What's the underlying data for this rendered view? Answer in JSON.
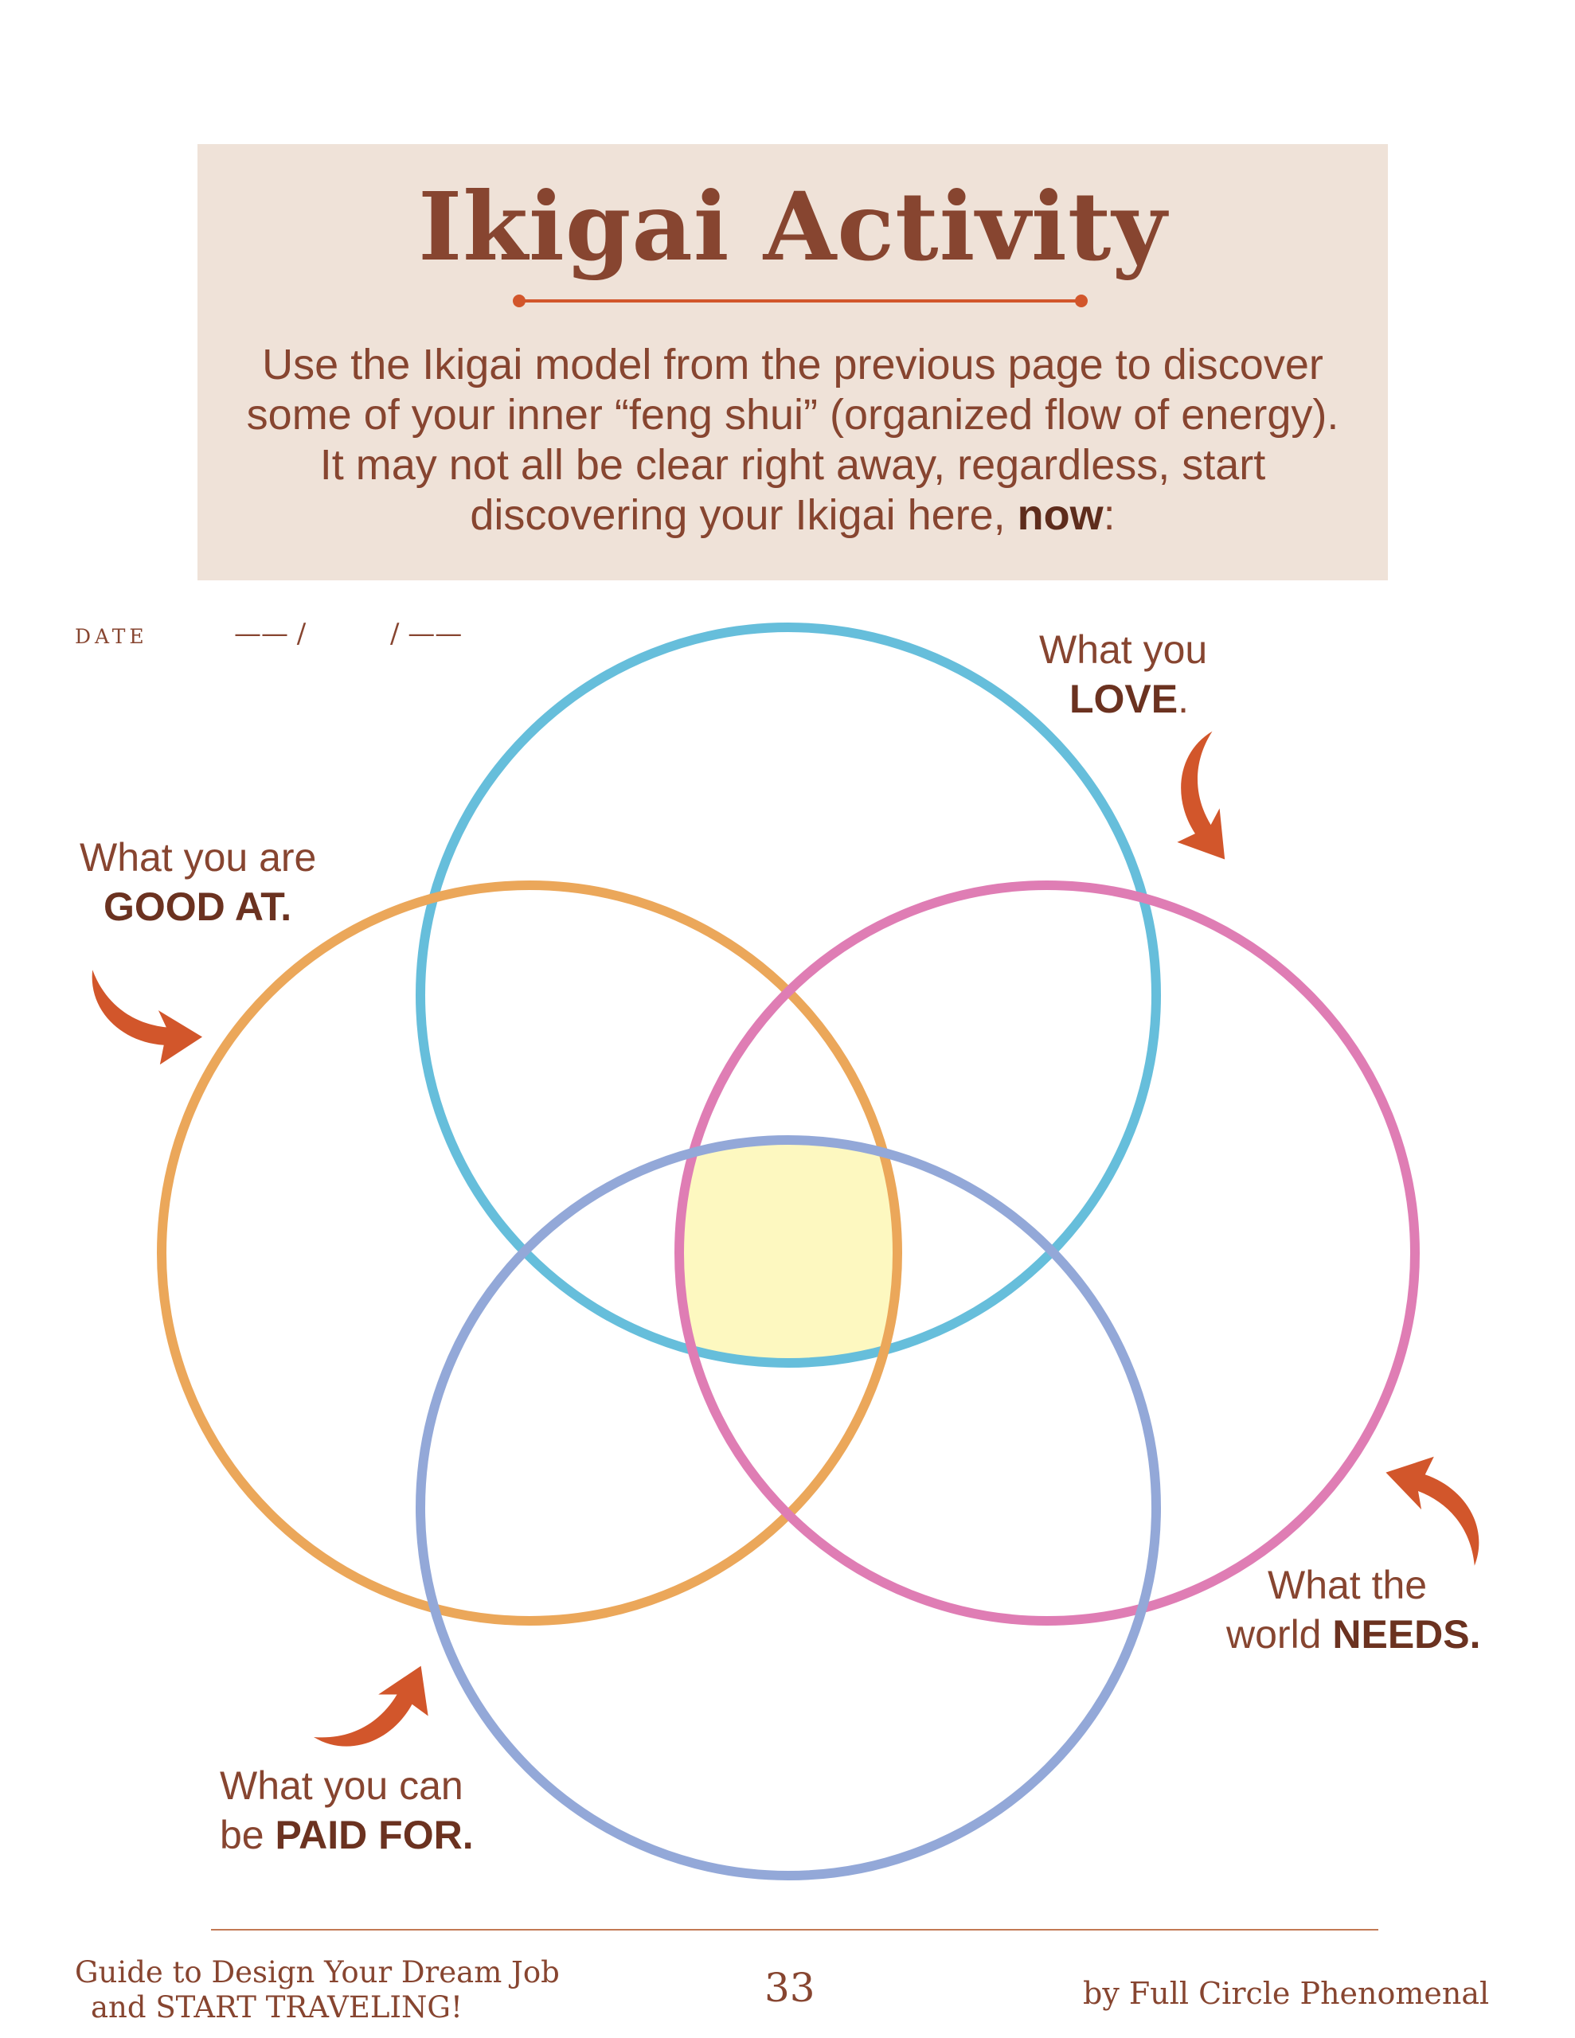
{
  "header": {
    "title": "Ikigai Activity",
    "intro_lines": [
      "Use the Ikigai model from the previous page to discover",
      "some of your inner “feng shui” (organized flow of energy).",
      "It may not all be clear right away, regardless, start"
    ],
    "intro_last_prefix": "discovering your Ikigai here, ",
    "intro_last_bold": "now",
    "intro_last_suffix": ":"
  },
  "date": {
    "label": "DATE",
    "blank_left": "—— /",
    "blank_right": "/ ——"
  },
  "labels": {
    "love": {
      "line1": "What you",
      "bold": "LOVE",
      "suffix": "."
    },
    "good": {
      "line1": "What you are",
      "bold": "GOOD AT."
    },
    "needs": {
      "line1": "What the",
      "prefix": "world ",
      "bold": "NEEDS."
    },
    "paid": {
      "line1": "What you can",
      "prefix": "be ",
      "bold": "PAID FOR."
    }
  },
  "footer": {
    "book_line1": "Guide to Design Your Dream Job",
    "book_line2": "and START TRAVELING!",
    "page_number": "33",
    "author": "by Full Circle Phenomenal"
  },
  "colors": {
    "love_circle": "#66bedb",
    "good_circle": "#eba75a",
    "needs_circle": "#df7db4",
    "paid_circle": "#93a8d8",
    "center_fill": "#fdf8c0",
    "arrow": "#d2562b",
    "brown_text": "#874530",
    "header_bg": "#efe2d8"
  },
  "icons": [
    "curved-arrow-icon"
  ]
}
